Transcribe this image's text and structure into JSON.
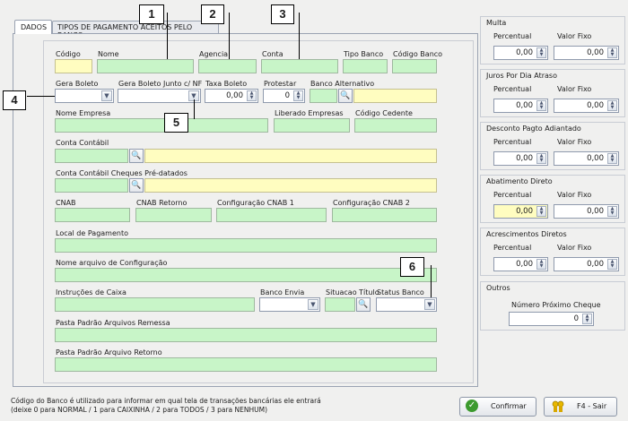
{
  "tabs": [
    "DADOS",
    "TIPOS DE PAGAMENTO ACEITOS PELO BANCO"
  ],
  "callouts": [
    "1",
    "2",
    "3",
    "4",
    "5",
    "6"
  ],
  "labels": {
    "codigo": "Código",
    "nome": "Nome",
    "agencia": "Agencia",
    "conta": "Conta",
    "tipo_banco": "Tipo Banco",
    "codigo_banco": "Código Banco",
    "gera_boleto": "Gera Boleto",
    "gera_boleto_junto": "Gera Boleto Junto c/ NF",
    "taxa_boleto": "Taxa Boleto",
    "protestar": "Protestar",
    "banco_alternativo": "Banco Alternativo",
    "nome_empresa": "Nome Empresa",
    "liberado_empresas": "Liberado Empresas",
    "codigo_cedente": "Código Cedente",
    "conta_contabil": "Conta Contábil",
    "conta_contabil_cheques": "Conta Contábil Cheques Pré-datados",
    "cnab": "CNAB",
    "cnab_retorno": "CNAB Retorno",
    "config_cnab1": "Configuração CNAB 1",
    "config_cnab2": "Configuração CNAB 2",
    "local_pagamento": "Local de Pagamento",
    "nome_arquivo_config": "Nome arquivo de Configuração",
    "instrucoes_caixa": "Instruções de Caixa",
    "banco_envia": "Banco Envia",
    "situacao_titulo": "Situacao Título",
    "status_banco": "Status Banco",
    "pasta_remessa": "Pasta Padrão Arquivos Remessa",
    "pasta_retorno": "Pasta Padrão Arquivo Retorno"
  },
  "values": {
    "taxa_boleto": "0,00",
    "protestar": "0"
  },
  "side_groups": {
    "multa": "Multa",
    "juros": "Juros Por Dia Atraso",
    "desconto": "Desconto Pagto Adiantado",
    "abatimento": "Abatimento Direto",
    "acrescimentos": "Acrescimentos Diretos",
    "outros": "Outros",
    "percentual": "Percentual",
    "valor_fixo": "Valor Fixo",
    "zero": "0,00",
    "numero_cheque": "Número Próximo Cheque",
    "numero_cheque_value": "0"
  },
  "footer": {
    "hint_line1": "Código do Banco é utilizado para informar em qual tela de transações bancárias ele entrará",
    "hint_line2": "(deixe 0 para NORMAL / 1 para CAIXINHA / 2 para TODOS / 3 para NENHUM)",
    "confirm": "Confirmar",
    "exit": "F4 - Sair"
  },
  "colors": {
    "field_green": "#c8f5c8",
    "field_yellow": "#fffdc0"
  },
  "icons": {
    "lookup": "magnifier-icon",
    "dropdown": "chevron-down-icon",
    "confirm": "check-icon",
    "exit": "exit-icon"
  }
}
